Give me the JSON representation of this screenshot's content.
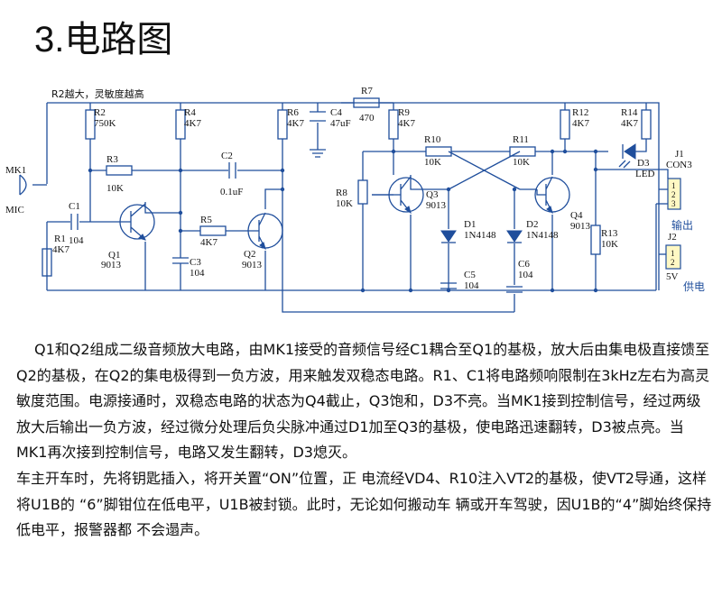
{
  "title": {
    "number": "3.",
    "text": "电路图"
  },
  "circuit": {
    "note": "R2越大，灵敏度越高",
    "mk1": "MK1",
    "mic": "MIC",
    "r1": "R1",
    "r1v": "4K7",
    "c1": "C1",
    "c1v": "104",
    "r2": "R2",
    "r2v": "750K",
    "r3": "R3",
    "r3v": "10K",
    "q1": "Q1",
    "q1v": "9013",
    "r4": "R4",
    "r4v": "4K7",
    "c2": "C2",
    "c2v": "0.1uF",
    "r5": "R5",
    "r5v": "4K7",
    "c3": "C3",
    "c3v": "104",
    "r6": "R6",
    "r6v": "4K7",
    "q2": "Q2",
    "q2v": "9013",
    "c4": "C4",
    "c4v": "47uF",
    "r7": "R7",
    "r7v": "470",
    "r8": "R8",
    "r8v": "10K",
    "r9": "R9",
    "r9v": "4K7",
    "r10": "R10",
    "r10v": "10K",
    "q3": "Q3",
    "q3v": "9013",
    "d1": "D1",
    "d1v": "1N4148",
    "c5": "C5",
    "c5v": "104",
    "r11": "R11",
    "r11v": "10K",
    "d2": "D2",
    "d2v": "1N4148",
    "c6": "C6",
    "c6v": "104",
    "r12": "R12",
    "r12v": "4K7",
    "q4": "Q4",
    "q4v": "9013",
    "r13": "R13",
    "r13v": "10K",
    "r14": "R14",
    "r14v": "4K7",
    "d3": "D3",
    "d3v": "LED",
    "j1": "J1",
    "j1v": "CON3",
    "j1p1": "1",
    "j1p2": "2",
    "j1p3": "3",
    "out": "输出",
    "j2": "J2",
    "j2p1": "1",
    "j2p2": "2",
    "j2v": "5V",
    "power": "供电"
  },
  "paragraphs": [
    "Q1和Q2组成二级音频放大电路，由MK1接受的音频信号经C1耦合至Q1的基极，放大后由集电极直接馈至Q2的基极，在Q2的集电极得到一负方波，用来触发双稳态电路。R1、C1将电路频响限制在3kHz左右为高灵敏度范围。电源接通时，双稳态电路的状态为Q4截止，Q3饱和，D3不亮。当MK1接到控制信号，经过两级放大后输出一负方波，经过微分处理后负尖脉冲通过D1加至Q3的基极，使电路迅速翻转，D3被点亮。当MK1再次接到控制信号，电路又发生翻转，D3熄灭。",
    "车主开车时，先将钥匙插入，将开关置“ON”位置，正 电流经VD4、R10注入VT2的基极，使VT2导通，这样将U1B的 “6”脚钳位在低电平，U1B被封锁。此时，无论如何搬动车 辆或开车驾驶，因U1B的“4”脚始终保持低电平，报警器都 不会遢声。"
  ]
}
